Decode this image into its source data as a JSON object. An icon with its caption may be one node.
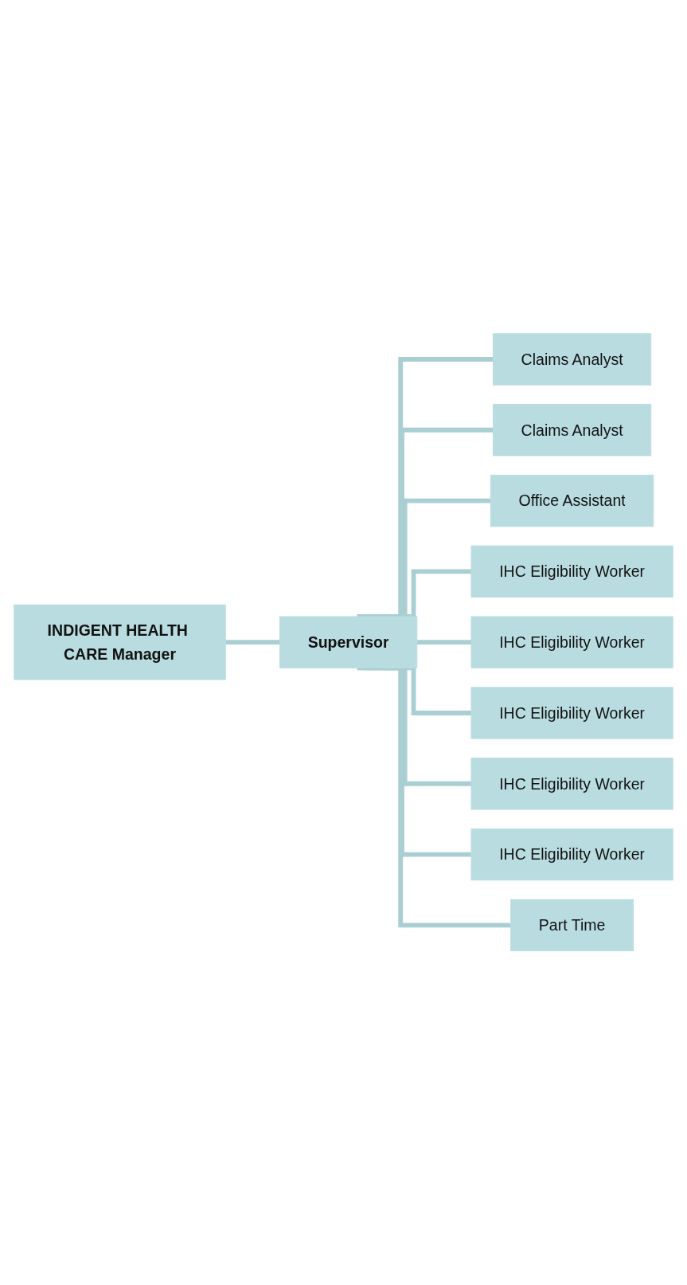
{
  "diagram": {
    "nodes": [
      {
        "text": [
          "INDIGENT HEALTH CARE Manager"
        ]
      },
      {
        "text": [
          "Supervisor"
        ]
      },
      {
        "text": [
          "Claims Analyst"
        ]
      },
      {
        "text": [
          "Claims Analyst"
        ]
      },
      {
        "text": [
          "Office Assistant"
        ]
      },
      {
        "text": [
          "IHC Eligibility Worker"
        ]
      },
      {
        "text": [
          "IHC Eligibility Worker"
        ]
      },
      {
        "text": [
          "IHC Eligibility Worker"
        ]
      },
      {
        "text": [
          "IHC Eligibility Worker"
        ]
      },
      {
        "text": [
          "IHC Eligibility Worker"
        ]
      },
      {
        "text": [
          "Part Time"
        ]
      }
    ],
    "edges": [
      {
        "from": 0,
        "to": 1,
        "arrow": "none"
      },
      {
        "from": 1,
        "to": 2,
        "arrow": "none"
      },
      {
        "from": 1,
        "to": 3,
        "arrow": "none"
      },
      {
        "from": 1,
        "to": 4,
        "arrow": "none"
      },
      {
        "from": 1,
        "to": 5,
        "arrow": "none"
      },
      {
        "from": 1,
        "to": 6,
        "arrow": "none"
      },
      {
        "from": 1,
        "to": 7,
        "arrow": "none"
      },
      {
        "from": 1,
        "to": 8,
        "arrow": "none"
      },
      {
        "from": 1,
        "to": 9,
        "arrow": "none"
      },
      {
        "from": 1,
        "to": 10,
        "arrow": "none"
      }
    ]
  }
}
